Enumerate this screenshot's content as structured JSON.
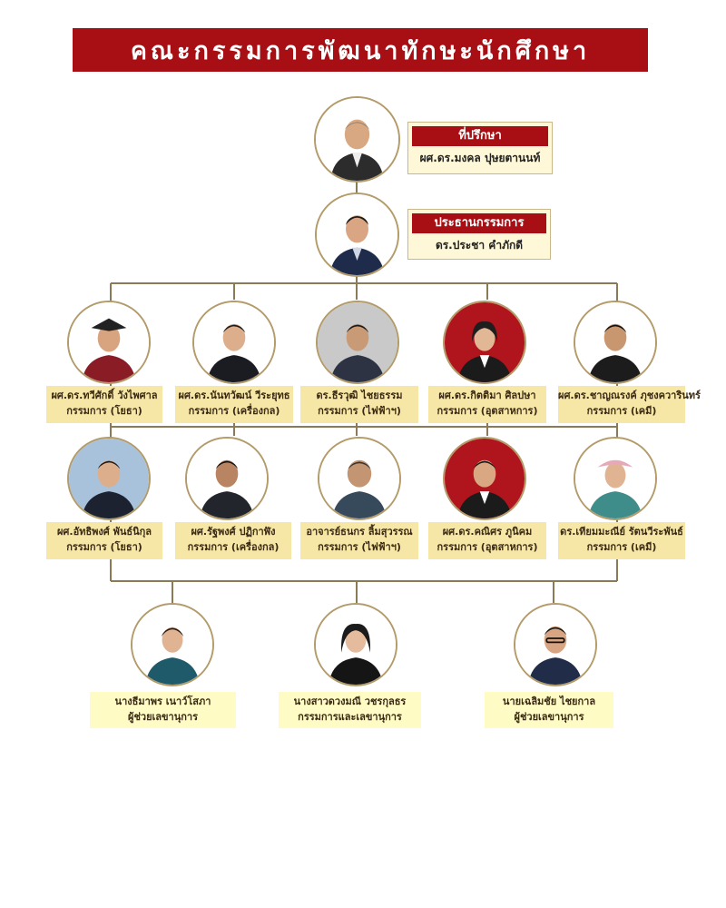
{
  "title": "คณะกรรมการพัฒนาทักษะนักศึกษา",
  "advisor": {
    "role": "ที่ปรึกษา",
    "name": "ผศ.ดร.มงคล ปุษยตานนท์"
  },
  "chair": {
    "role": "ประธานกรรมการ",
    "name": "ดร.ประชา คำภักดี"
  },
  "row1": [
    {
      "name": "ผศ.ดร.ทวีศักดิ์ วังไพศาล",
      "role": "กรรมการ (โยธา)"
    },
    {
      "name": "ผศ.ดร.นันทวัฒน์ วีระยุทธ",
      "role": "กรรมการ (เครื่องกล)"
    },
    {
      "name": "ดร.ธีรวุฒิ ไชยธรรม",
      "role": "กรรมการ (ไฟฟ้าฯ)"
    },
    {
      "name": "ผศ.ดร.กิตติมา ศิลปษา",
      "role": "กรรมการ (อุตสาหการ)"
    },
    {
      "name": "ผศ.ดร.ชาญณรงค์ ภุชงควารินทร์",
      "role": "กรรมการ (เคมี)"
    }
  ],
  "row2": [
    {
      "name": "ผศ.อัทธิพงศ์ พันธ์นิกุล",
      "role": "กรรมการ (โยธา)"
    },
    {
      "name": "ผศ.รัฐพงศ์ ปฏิกาฬัง",
      "role": "กรรมการ (เครื่องกล)"
    },
    {
      "name": "อาจารย์ธนกร ลิ้มสุวรรณ",
      "role": "กรรมการ (ไฟฟ้าฯ)"
    },
    {
      "name": "ผศ.ดร.คณิศร ภูนิคม",
      "role": "กรรมการ (อุตสาหการ)"
    },
    {
      "name": "ดร.เทียมมะณีย์ รัตนวีระพันธ์",
      "role": "กรรมการ (เคมี)"
    }
  ],
  "row3": [
    {
      "name": "นางธีมาพร เนาว์โสภา",
      "role": "ผู้ช่วยเลขานุการ"
    },
    {
      "name": "นางสาวดวงมณี วชรกุลธร",
      "role": "กรรมการและเลขานุการ"
    },
    {
      "name": "นายเฉลิมชัย ไชยกาล",
      "role": "ผู้ช่วยเลขานุการ"
    }
  ],
  "colors": {
    "title_bg": "#a70f14",
    "label_bg": "#f7e7a6",
    "line": "#8a7a56"
  }
}
